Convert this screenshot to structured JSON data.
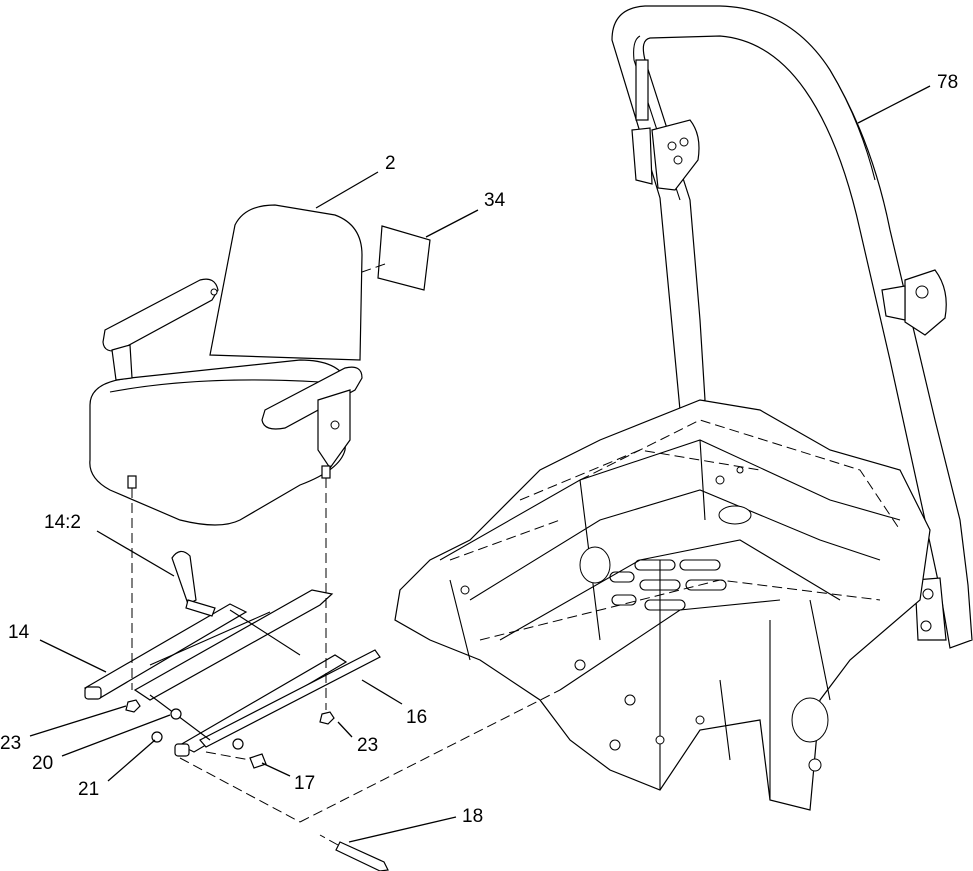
{
  "diagram": {
    "callouts": [
      {
        "id": "78",
        "text": "78"
      },
      {
        "id": "2",
        "text": "2"
      },
      {
        "id": "34",
        "text": "34"
      },
      {
        "id": "14-2",
        "text": "14:2"
      },
      {
        "id": "14",
        "text": "14"
      },
      {
        "id": "16",
        "text": "16"
      },
      {
        "id": "23-left",
        "text": "23"
      },
      {
        "id": "23-right",
        "text": "23"
      },
      {
        "id": "20",
        "text": "20"
      },
      {
        "id": "21",
        "text": "21"
      },
      {
        "id": "17",
        "text": "17"
      },
      {
        "id": "18",
        "text": "18"
      }
    ]
  }
}
